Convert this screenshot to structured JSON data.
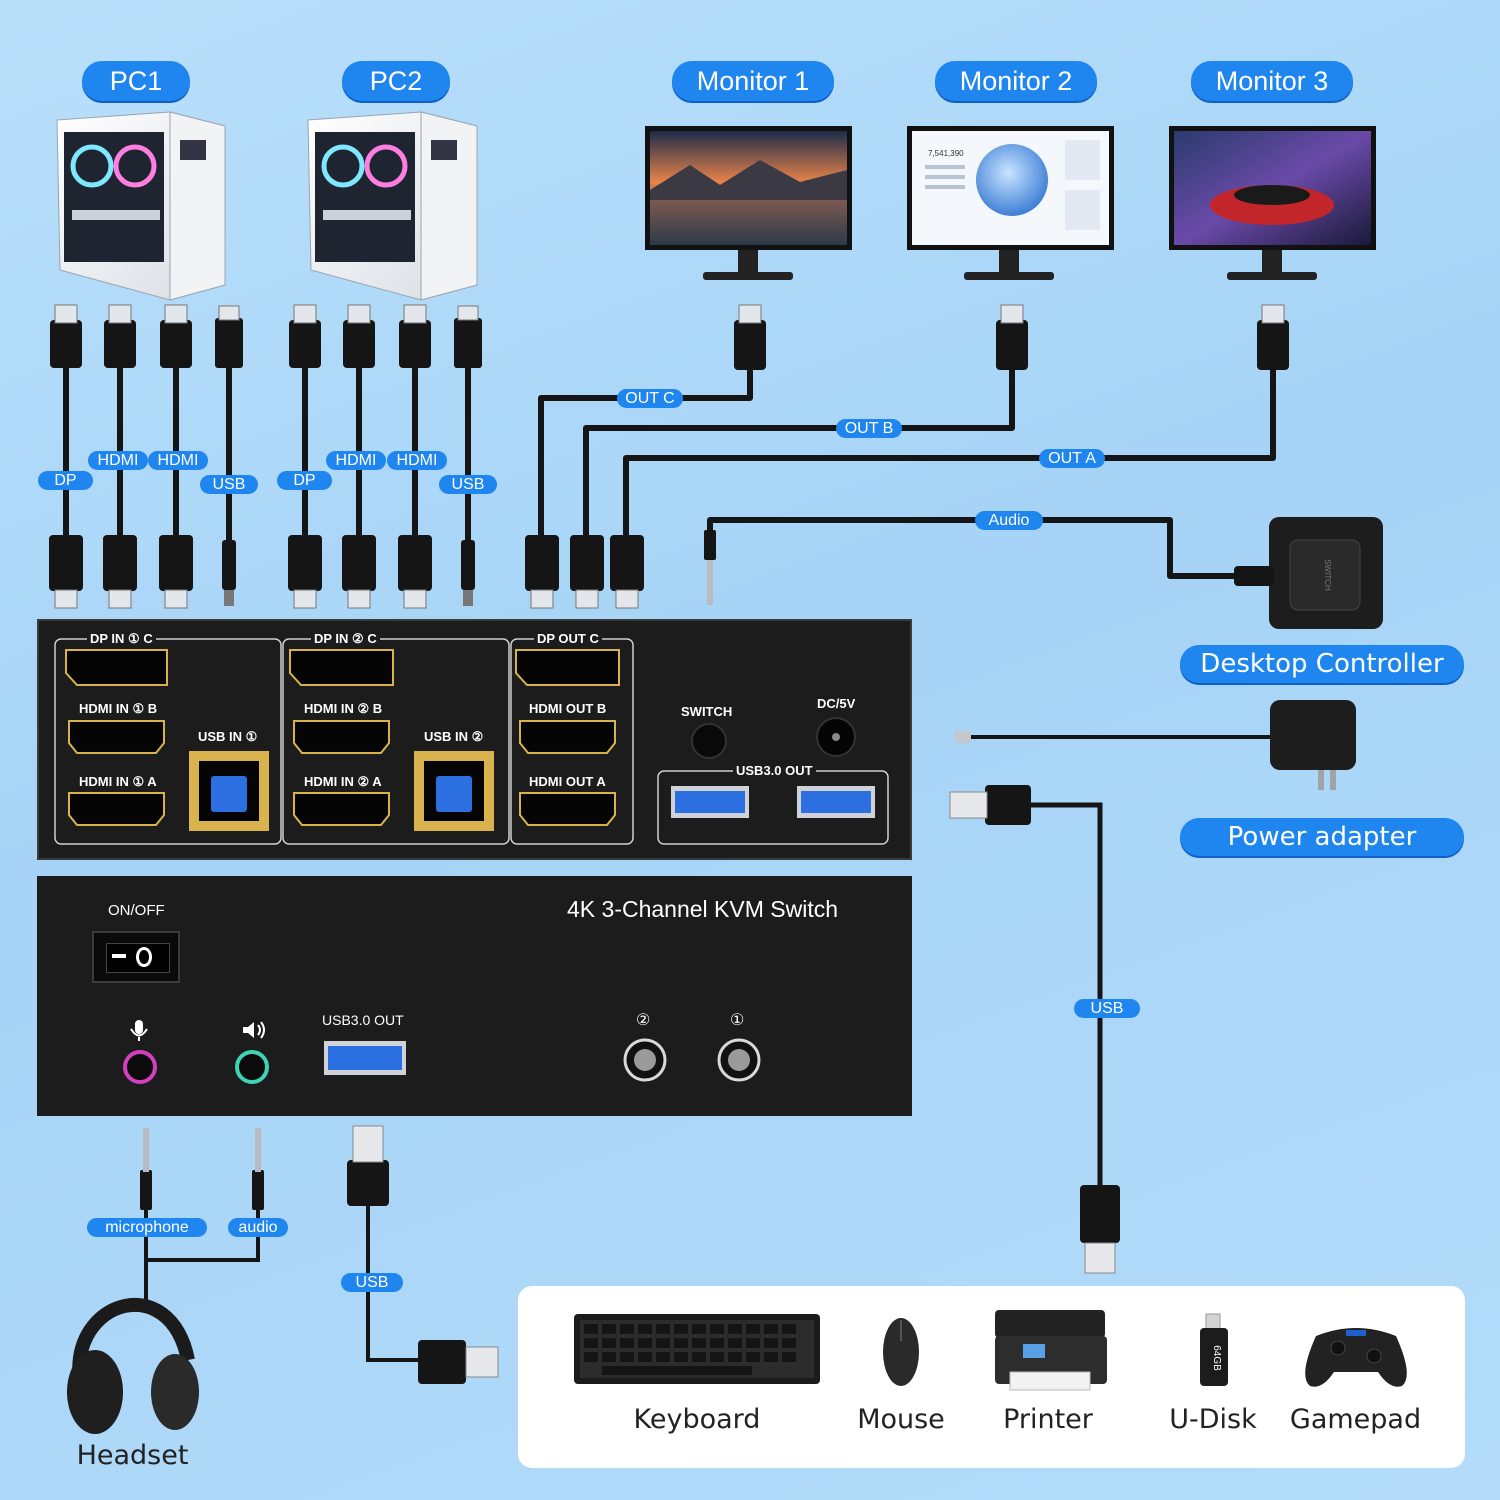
{
  "top_labels": {
    "pc1": "PC1",
    "pc2": "PC2",
    "monitor1": "Monitor 1",
    "monitor2": "Monitor 2",
    "monitor3": "Monitor 3"
  },
  "monitor2_screen": {
    "number": "7,541,390"
  },
  "cable_tags": {
    "pc1_dp": "DP",
    "pc1_hdmi1": "HDMI",
    "pc1_hdmi2": "HDMI",
    "pc1_usb": "USB",
    "pc2_dp": "DP",
    "pc2_hdmi1": "HDMI",
    "pc2_hdmi2": "HDMI",
    "pc2_usb": "USB",
    "out_c": "OUT C",
    "out_b": "OUT B",
    "out_a": "OUT A",
    "audio": "Audio",
    "usb_right": "USB",
    "microphone": "microphone",
    "audio_front": "audio",
    "usb_front": "USB"
  },
  "rear_panel": {
    "dp_in_1": "DP IN ① C",
    "dp_in_2": "DP IN ② C",
    "dp_out": "DP OUT C",
    "hdmi_in_1b": "HDMI IN ① B",
    "hdmi_in_2b": "HDMI IN ② B",
    "hdmi_out_b": "HDMI OUT B",
    "hdmi_in_1a": "HDMI IN ① A",
    "hdmi_in_2a": "HDMI IN ② A",
    "hdmi_out_a": "HDMI OUT A",
    "usb_in_1": "USB IN ①",
    "usb_in_2": "USB IN ②",
    "switch": "SWITCH",
    "dc": "DC/5V",
    "usb30_out": "USB3.0 OUT"
  },
  "front_panel": {
    "title": "4K 3-Channel KVM Switch",
    "on_off": "ON/OFF",
    "usb30_out": "USB3.0 OUT",
    "btn2": "②",
    "btn1": "①",
    "mic_icon": "microphone-icon",
    "speaker_icon": "speaker-icon"
  },
  "right_labels": {
    "desktop_controller": "Desktop Controller",
    "power_adapter": "Power adapter",
    "controller_brand": "SWITCH"
  },
  "headset": {
    "label": "Headset"
  },
  "peripherals": [
    {
      "label": "Keyboard"
    },
    {
      "label": "Mouse"
    },
    {
      "label": "Printer"
    },
    {
      "label": "U-Disk",
      "capacity": "64GB"
    },
    {
      "label": "Gamepad"
    }
  ],
  "colors": {
    "accent": "#1f86f0",
    "panel": "#1c1c1c",
    "cable": "#151515",
    "mic_port": "#d33fbf",
    "audio_port": "#3fd3b6",
    "usb_blue": "#2b6fe0",
    "gold": "#d8b24c"
  }
}
